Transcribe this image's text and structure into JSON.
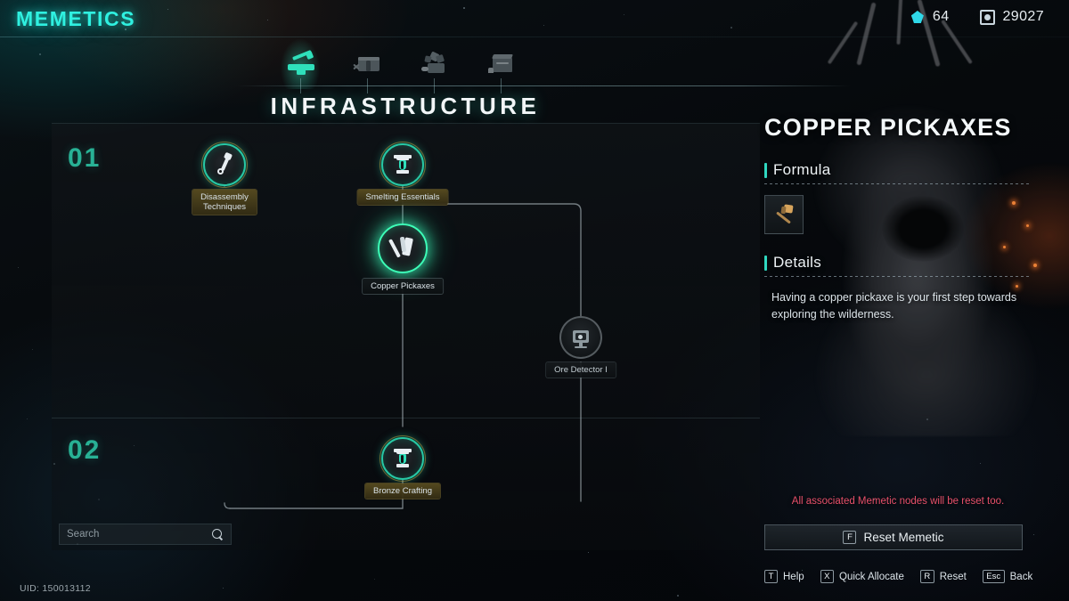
{
  "window": {
    "app_title": "MEMETICS",
    "uid_label": "UID: 150013112"
  },
  "currencies": [
    {
      "icon": "crystal-icon",
      "value": "64"
    },
    {
      "icon": "frame-icon",
      "value": "29027"
    }
  ],
  "category_tabs": [
    {
      "name": "tab-infrastructure",
      "icon": "anvil-icon",
      "active": true
    },
    {
      "name": "tab-logistics",
      "icon": "crate-icon",
      "active": false
    },
    {
      "name": "tab-resources",
      "icon": "ore-icon",
      "active": false
    },
    {
      "name": "tab-buildings",
      "icon": "building-icon",
      "active": false
    }
  ],
  "page": {
    "title": "INFRASTRUCTURE"
  },
  "tiers": [
    {
      "label": "01"
    },
    {
      "label": "02"
    }
  ],
  "search": {
    "placeholder": "Search",
    "value": "",
    "icon": "search-icon"
  },
  "nodes": [
    {
      "id": "disassembly",
      "label": "Disassembly\nTechniques",
      "label_line1": "Disassembly",
      "label_line2": "Techniques",
      "state": "unlocked",
      "icon": "wrench-icon"
    },
    {
      "id": "smelting",
      "label": "Smelting Essentials",
      "state": "unlocked",
      "icon": "crucible-icon"
    },
    {
      "id": "copper",
      "label": "Copper Pickaxes",
      "state": "selected",
      "icon": "pickaxe-icon"
    },
    {
      "id": "ore_detector",
      "label": "Ore Detector I",
      "state": "locked",
      "icon": "detector-icon"
    },
    {
      "id": "bronze",
      "label": "Bronze Crafting",
      "state": "unlocked",
      "icon": "crucible-icon"
    }
  ],
  "detail": {
    "title": "COPPER PICKAXES",
    "formula_label": "Formula",
    "formula_items": [
      {
        "name": "copper-pickaxe-item",
        "icon": "axe-icon"
      }
    ],
    "details_label": "Details",
    "details_text": "Having a copper pickaxe is your first step towards exploring the wilderness.",
    "reset_warning": "All associated Memetic nodes will be reset too.",
    "reset_button": {
      "key": "F",
      "label": "Reset Memetic"
    }
  },
  "hotkeys": [
    {
      "key": "T",
      "label": "Help"
    },
    {
      "key": "X",
      "label": "Quick Allocate"
    },
    {
      "key": "R",
      "label": "Reset"
    },
    {
      "key": "Esc",
      "label": "Back"
    }
  ],
  "colors": {
    "accent_teal": "#2fd7c0",
    "title_cyan": "#2ff0e0",
    "tier_green": "#2bbfa0",
    "warn_red": "#e8506a",
    "selected_glow": "#3dffb8"
  }
}
